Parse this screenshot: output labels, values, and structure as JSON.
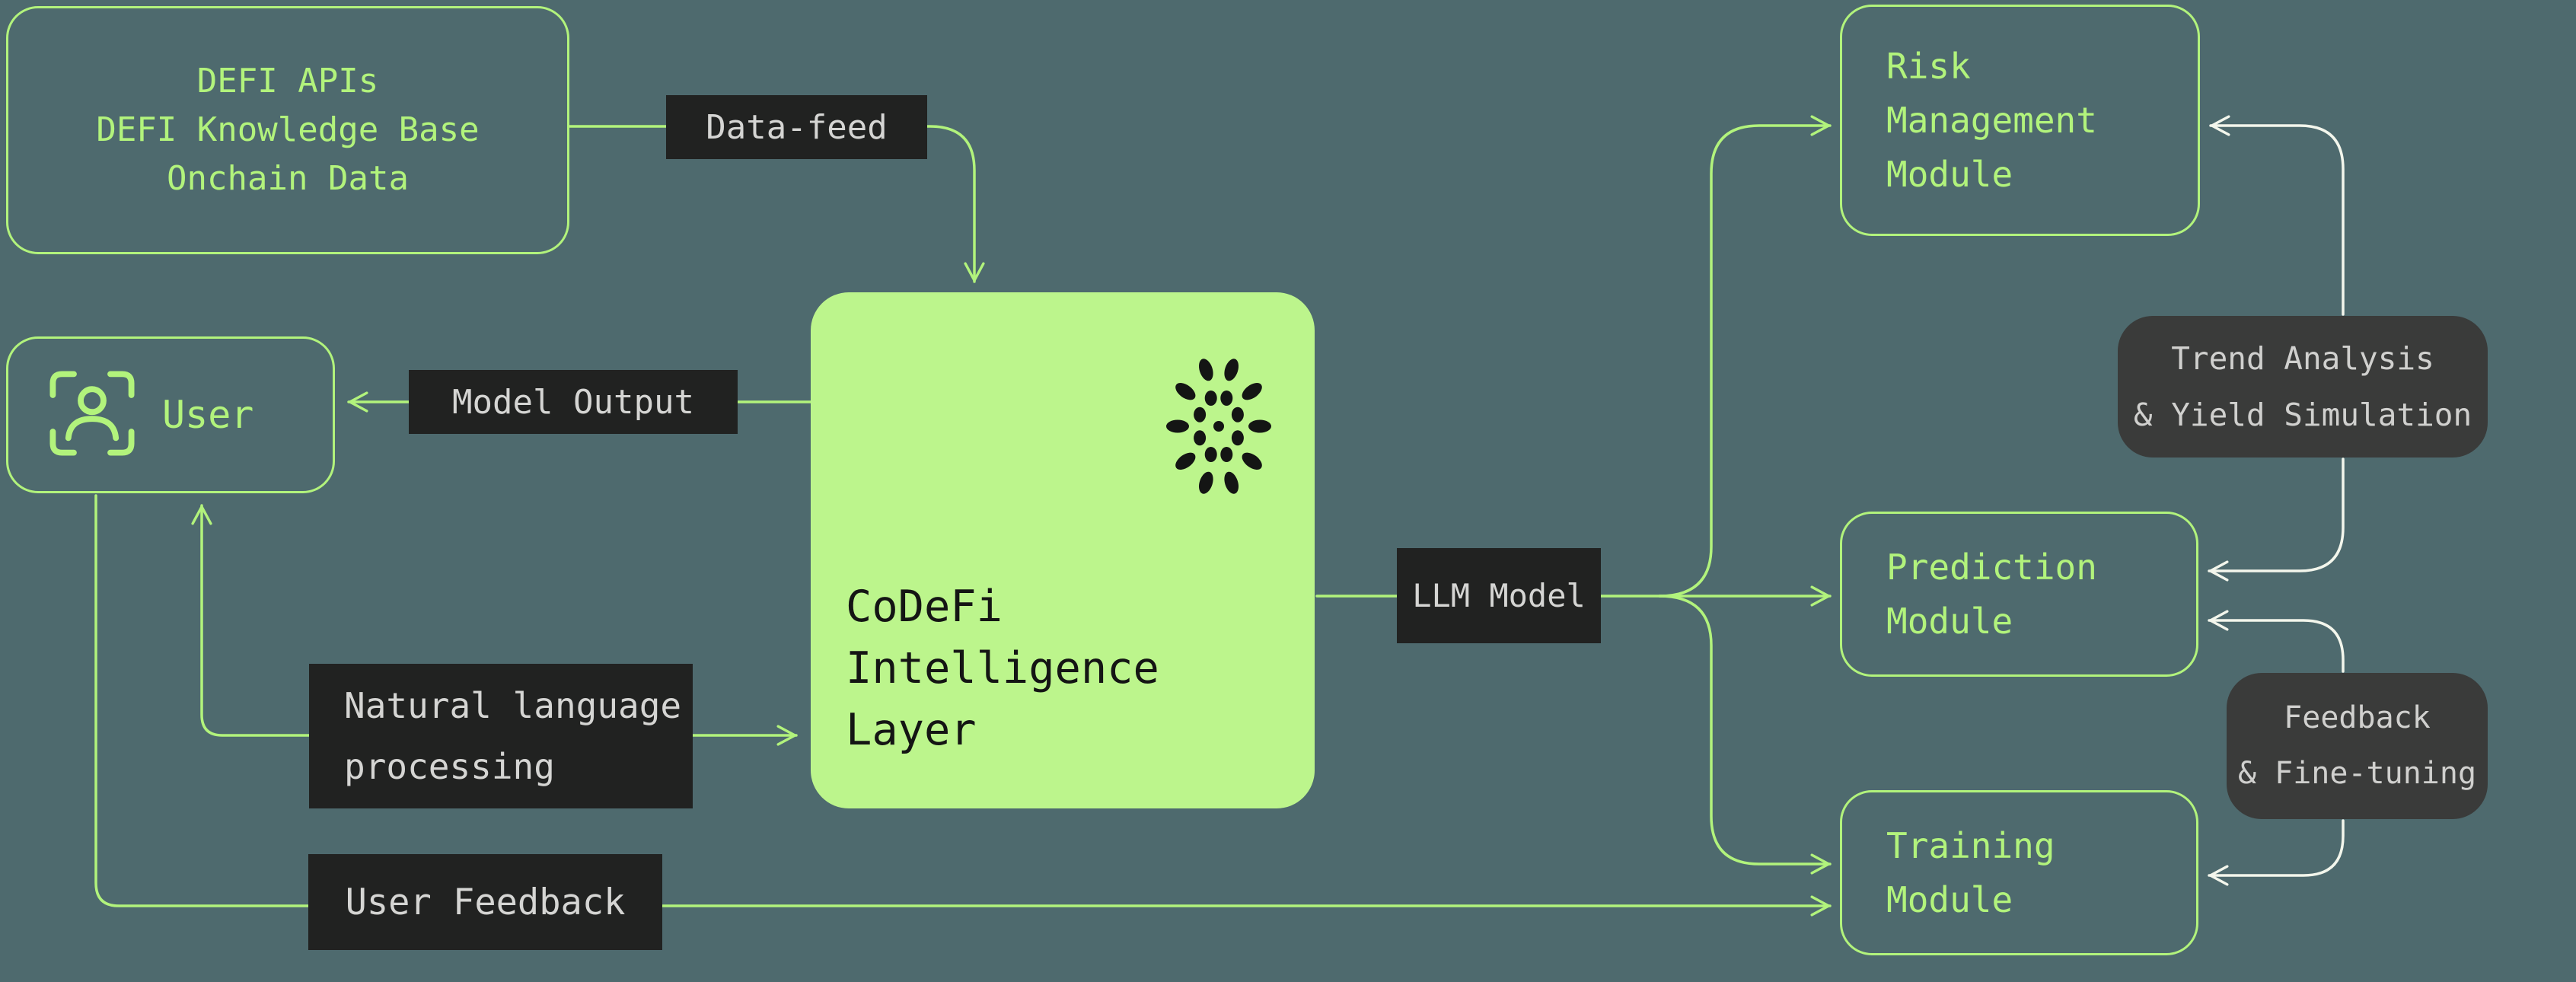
{
  "title": "CoDeFi architecture diagram",
  "colors": {
    "canvas_bg": "#4e6a6e",
    "accent_green": "#b2f37c",
    "green_node_fill": "#bcf58c",
    "dark_label_bg": "#212221",
    "gray_box_bg": "#3a3b3a",
    "white_connector": "#f3f6ec",
    "label_text": "#d5d5d3",
    "dark_text": "#141514"
  },
  "nodes": {
    "defi_sources": {
      "lines": [
        "DEFI APIs",
        "DEFI Knowledge Base",
        "Onchain Data"
      ]
    },
    "user": {
      "label": "User",
      "icon": "user-scan-icon"
    },
    "codefi": {
      "lines": [
        "CoDeFi",
        "Intelligence",
        "Layer"
      ],
      "icon": "dot-sphere-logo"
    },
    "risk": {
      "lines": [
        "Risk",
        "Management",
        "Module"
      ]
    },
    "prediction": {
      "lines": [
        "Prediction",
        "Module"
      ]
    },
    "training": {
      "lines": [
        "Training",
        "Module"
      ]
    },
    "trend": {
      "lines": [
        "Trend Analysis",
        "& Yield Simulation"
      ]
    },
    "feedback": {
      "lines": [
        "Feedback",
        "& Fine-tuning"
      ]
    }
  },
  "edge_labels": {
    "data_feed": "Data-feed",
    "model_output": "Model Output",
    "nlp": {
      "lines": [
        "Natural language",
        "processing"
      ]
    },
    "user_feedback": "User Feedback",
    "llm_model": "LLM Model"
  }
}
